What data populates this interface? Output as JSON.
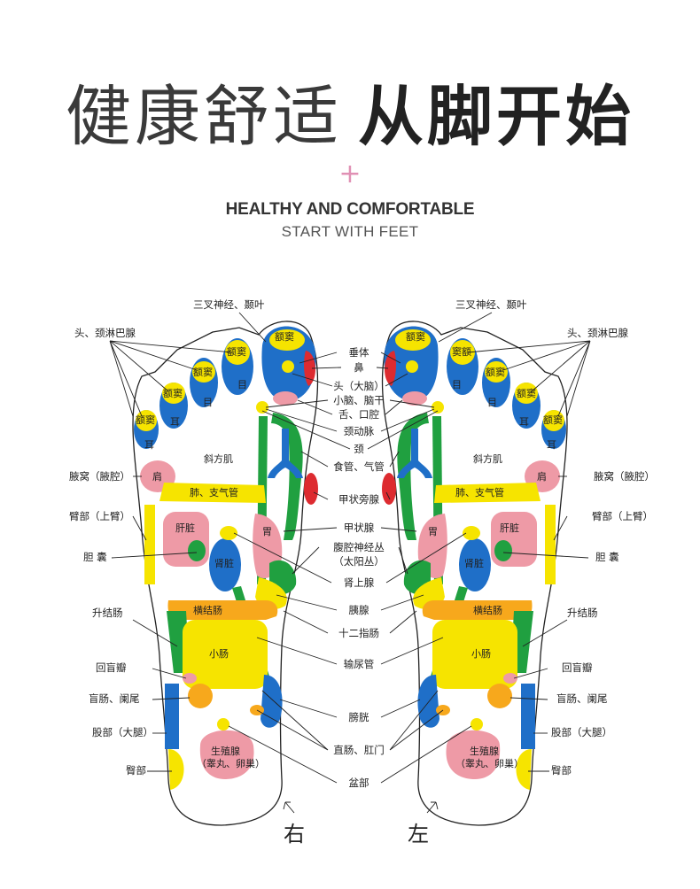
{
  "header": {
    "title_light": "健康舒适",
    "title_bold": "从脚开始",
    "plus": "+",
    "subtitle_en_1": "HEALTHY AND COMFORTABLE",
    "subtitle_en_2": "START WITH FEET"
  },
  "colors": {
    "blue": "#1f6fc8",
    "yellow": "#f6e400",
    "green": "#20a040",
    "pink": "#ee9aa6",
    "red": "#dd2b30",
    "orange": "#f7a81c"
  },
  "center_labels": [
    "垂体",
    "鼻",
    "头（大脑）",
    "小脑、脑干",
    "舌、口腔",
    "颈动脉",
    "颈",
    "食管、气管",
    "甲状旁腺",
    "甲状腺",
    "腹腔神经丛",
    "（太阳丛）",
    "肾上腺",
    "胰腺",
    "十二指肠",
    "输尿管",
    "膀胱",
    "直肠、肛门",
    "盆部"
  ],
  "right_foot": {
    "top_label": "三叉神经、颞叶",
    "outer_labels": [
      "头、颈淋巴腺",
      "腋窝（腋腔）",
      "臂部（上臂）",
      "胆 囊",
      "升结肠",
      "回盲瓣",
      "盲肠、阑尾",
      "股部（大腿）",
      "臀部"
    ],
    "inner_labels": [
      "额窦",
      "额窦",
      "额窦",
      "额窦",
      "额窦",
      "目",
      "目",
      "耳",
      "耳",
      "斜方肌",
      "肩",
      "肺、支气管",
      "肝脏",
      "胃",
      "肾脏",
      "横结肠",
      "小肠",
      "生殖腺",
      "（睾丸、卵巢）"
    ],
    "side_char": "右"
  },
  "left_foot": {
    "top_label": "三叉神经、颞叶",
    "outer_labels": [
      "头、颈淋巴腺",
      "腋窝（腋腔）",
      "臂部（上臂）",
      "胆 囊",
      "升结肠",
      "回盲瓣",
      "盲肠、阑尾",
      "股部（大腿）",
      "臀部"
    ],
    "inner_labels": [
      "额窦",
      "窦额",
      "额窦",
      "额窦",
      "额窦",
      "目",
      "目",
      "耳",
      "耳",
      "斜方肌",
      "肩",
      "肺、支气管",
      "肝脏",
      "胃",
      "肾脏",
      "横结肠",
      "小肠",
      "生殖腺",
      "（睾丸、卵巢）"
    ],
    "side_char": "左"
  }
}
